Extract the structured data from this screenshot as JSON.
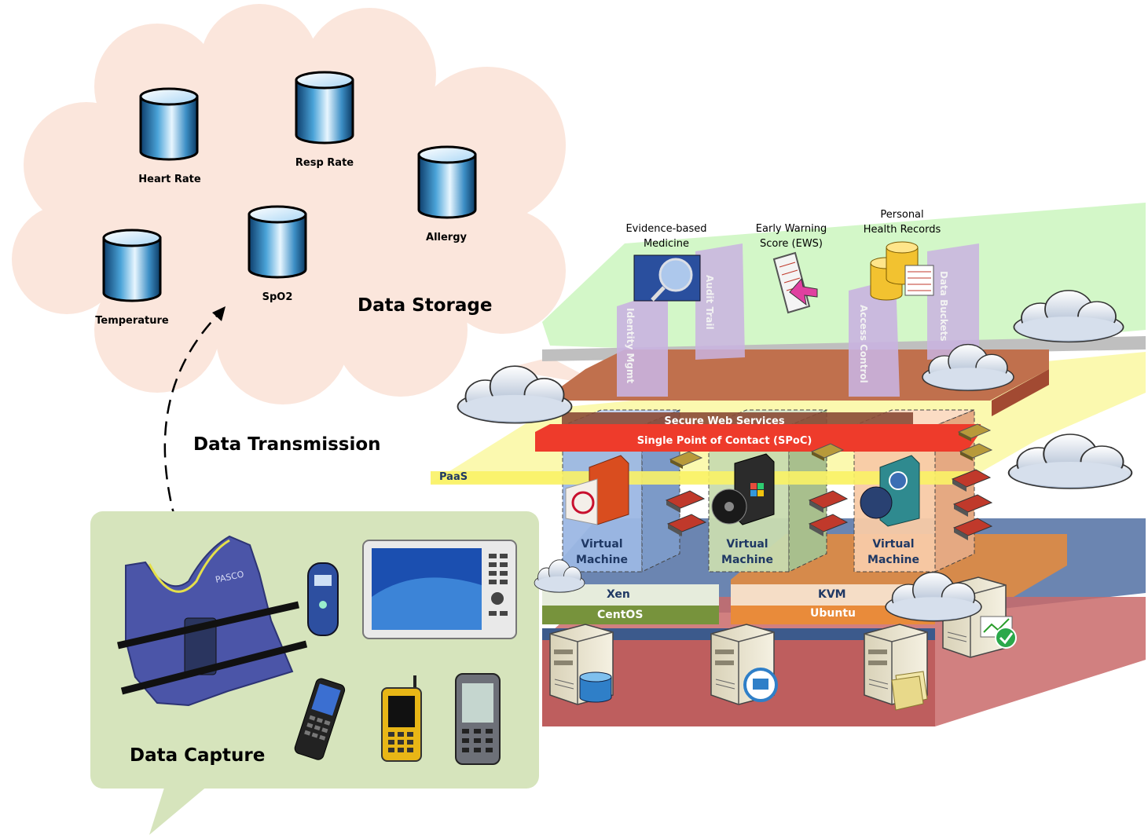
{
  "storage": {
    "title": "Data Storage",
    "databases": [
      {
        "label": "Heart Rate",
        "icon": "database-icon"
      },
      {
        "label": "Resp Rate",
        "icon": "database-icon"
      },
      {
        "label": "Allergy",
        "icon": "database-icon"
      },
      {
        "label": "SpO2",
        "icon": "database-icon"
      },
      {
        "label": "Temperature",
        "icon": "database-icon"
      }
    ]
  },
  "transmission": {
    "label": "Data Transmission"
  },
  "capture": {
    "title": "Data Capture",
    "devices": [
      "sensor-vest-image",
      "pulse-oximeter-image",
      "tablet-image",
      "handheld-scanner-image",
      "rugged-phone-image",
      "pda-image"
    ]
  },
  "cloud_stack": {
    "services": {
      "ebm": {
        "line1": "Evidence-based",
        "line2": "Medicine"
      },
      "ews": {
        "line1": "Early Warning",
        "line2": "Score (EWS)"
      },
      "phr": {
        "line1": "Personal",
        "line2": "Health Records"
      }
    },
    "pillars": {
      "identity": "Identity Mgmt",
      "audit": "Audit Trail",
      "access": "Access Control",
      "buckets": "Data Buckets"
    },
    "secure_web_services": "Secure Web Services",
    "spoc": "Single Point of Contact (SPoC)",
    "paas": "PaaS",
    "vm_line1": "Virtual",
    "vm_line2": "Machine",
    "hypervisor_left": "Xen",
    "os_left": "CentOS",
    "hypervisor_right": "KVM",
    "os_right": "Ubuntu"
  },
  "colors": {
    "cloud_bubble": "#fbe6dc",
    "capture_bubble": "#d6e4bc",
    "green_layer": "#d3f7c8",
    "yellow_layer": "#fbf8a6",
    "red_layer": "#c0504d",
    "spoc_red": "#ee3b2b",
    "vm_blue": "#9cb8e4",
    "vm_green": "#c9dcb0",
    "vm_orange": "#f8cba7",
    "centos_green": "#77933c",
    "ubuntu_orange": "#e98b3a"
  }
}
